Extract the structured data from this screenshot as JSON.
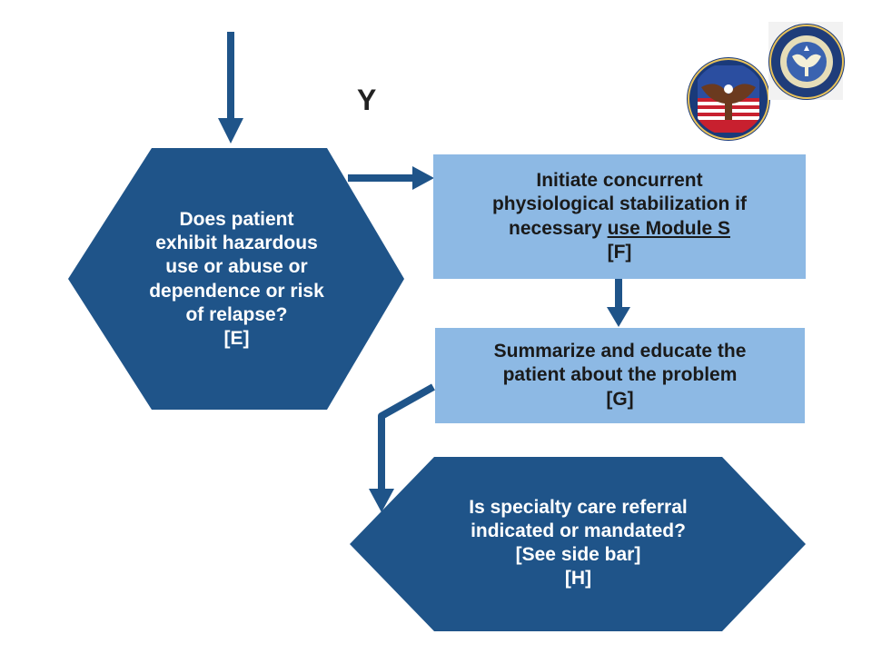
{
  "colors": {
    "dark_node": "#1f5489",
    "light_node": "#8db9e4",
    "arrow": "#1f5489"
  },
  "branch_label": "Y",
  "nodes": {
    "E": {
      "line1": "Does patient",
      "line2": "exhibit hazardous",
      "line3": "use or abuse or",
      "line4": "dependence or risk",
      "line5": "of relapse?",
      "tag": "[E]"
    },
    "F": {
      "line1": "Initiate concurrent",
      "line2": "physiological stabilization if",
      "line3_prefix": "necessary ",
      "line3_link": "use Module S",
      "tag": "[F]"
    },
    "G": {
      "line1": "Summarize and educate the",
      "line2": "patient about the problem",
      "tag": "[G]"
    },
    "H": {
      "line1": "Is specialty care referral",
      "line2": "indicated or mandated?",
      "line3": "[See side bar]",
      "tag": "[H]"
    }
  },
  "seals": {
    "va": {
      "name": "department-of-veterans-affairs-seal"
    },
    "dod": {
      "name": "department-of-defense-seal"
    }
  }
}
